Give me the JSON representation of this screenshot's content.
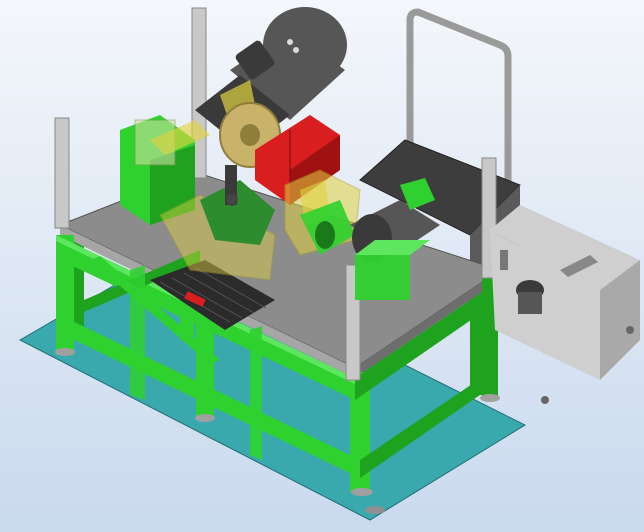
{
  "viewport": {
    "background_top": "#f4f7fb",
    "background_bottom": "#c9d9ee"
  },
  "model": {
    "colors": {
      "base_plate": "#3aa9ad",
      "frame": "#2fd12f",
      "frame_dark": "#1fa31f",
      "frame_light": "#5ee65e",
      "table_top": "#8c8c8c",
      "table_top_light": "#a6a6a6",
      "post": "#c8c8c8",
      "motor": "#565656",
      "motor_dark": "#3a3a3a",
      "saw_blade": "#c9b26a",
      "guard_yellow": "#e0d240",
      "red_block": "#d81e1e",
      "tank": "#cfcfcf",
      "tank_dark": "#a9a9a9",
      "handle": "#9a9a9a",
      "chip_tray": "#2b2b2b"
    },
    "components": [
      "base-plate",
      "green-frame",
      "table-top",
      "corner-posts",
      "drive-motor",
      "saw-blade",
      "safety-guards",
      "red-clamp-block",
      "secondary-motor",
      "coolant-tank",
      "trolley-handle",
      "chip-tray"
    ]
  }
}
